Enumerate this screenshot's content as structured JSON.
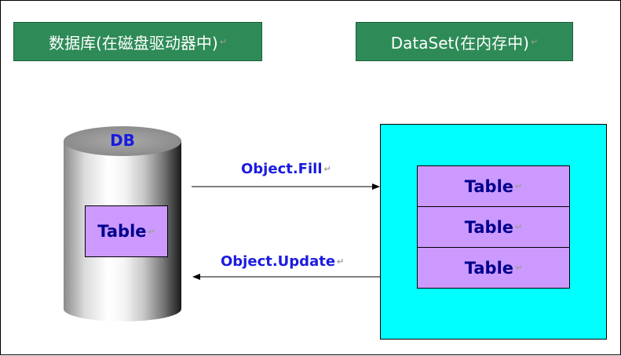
{
  "headers": {
    "database": "数据库(在磁盘驱动器中)",
    "dataset": "DataSet(在内存中)"
  },
  "database": {
    "label": "DB",
    "table_label": "Table"
  },
  "dataset": {
    "tables": [
      "Table",
      "Table",
      "Table"
    ]
  },
  "arrows": {
    "fill_label": "Object.Fill",
    "update_label": "Object.Update"
  },
  "paragraph_mark": "↵",
  "colors": {
    "header_bg": "#2e8b57",
    "dataset_bg": "#00ffff",
    "table_bg": "#cc99ff",
    "label_blue": "#1a1ae0",
    "table_text": "#00008b"
  }
}
